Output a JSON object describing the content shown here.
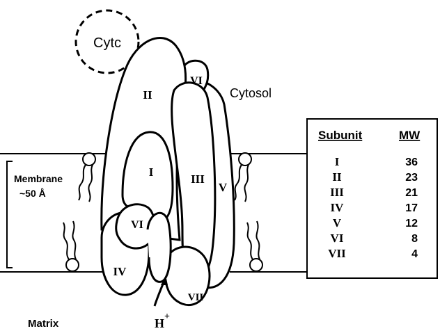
{
  "labels": {
    "cytc": "Cytc",
    "cytosol": "Cytosol",
    "membrane": "Membrane",
    "thickness": "~50 Å",
    "matrix": "Matrix",
    "proton": "H",
    "proton_charge": "+"
  },
  "subunit_labels": {
    "I": "I",
    "II": "II",
    "III": "III",
    "IV": "IV",
    "V": "V",
    "VI_top": "VI",
    "VI_bottom": "VI",
    "VII": "VII"
  },
  "table": {
    "headers": [
      "Subunit",
      "MW"
    ],
    "rows": [
      {
        "subunit": "I",
        "mw": "36"
      },
      {
        "subunit": "II",
        "mw": "23"
      },
      {
        "subunit": "III",
        "mw": "21"
      },
      {
        "subunit": "IV",
        "mw": "17"
      },
      {
        "subunit": "V",
        "mw": "12"
      },
      {
        "subunit": "VI",
        "mw": "8"
      },
      {
        "subunit": "VII",
        "mw": "4"
      }
    ]
  }
}
